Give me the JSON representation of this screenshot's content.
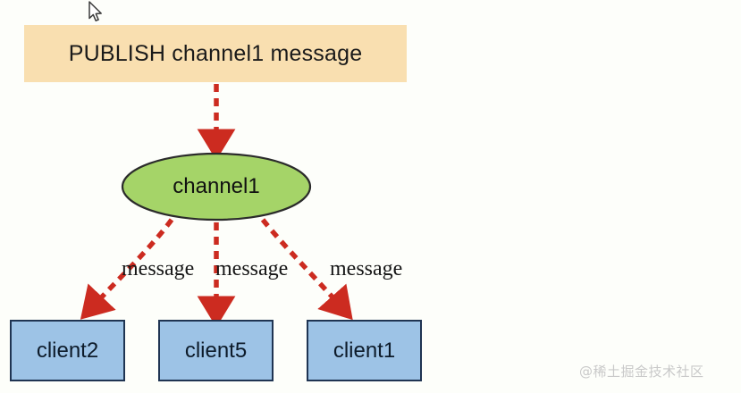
{
  "diagram": {
    "title_box": {
      "text": "PUBLISH channel1 message",
      "fill": "#f9dfb0"
    },
    "channel_node": {
      "label": "channel1",
      "fill": "#a5d468",
      "stroke": "#2b2b2b"
    },
    "clients": [
      {
        "label": "client2",
        "fill": "#9dc3e6",
        "stroke": "#1f3452"
      },
      {
        "label": "client5",
        "fill": "#9dc3e6",
        "stroke": "#1f3452"
      },
      {
        "label": "client1",
        "fill": "#9dc3e6",
        "stroke": "#1f3452"
      }
    ],
    "edge_labels": [
      "message",
      "message",
      "message"
    ],
    "arrow_color": "#cc2b20",
    "background": "#fdfefa"
  },
  "watermark": {
    "text": "@稀土掘金技术社区"
  },
  "cursor": {
    "icon": "arrow-pointer"
  }
}
